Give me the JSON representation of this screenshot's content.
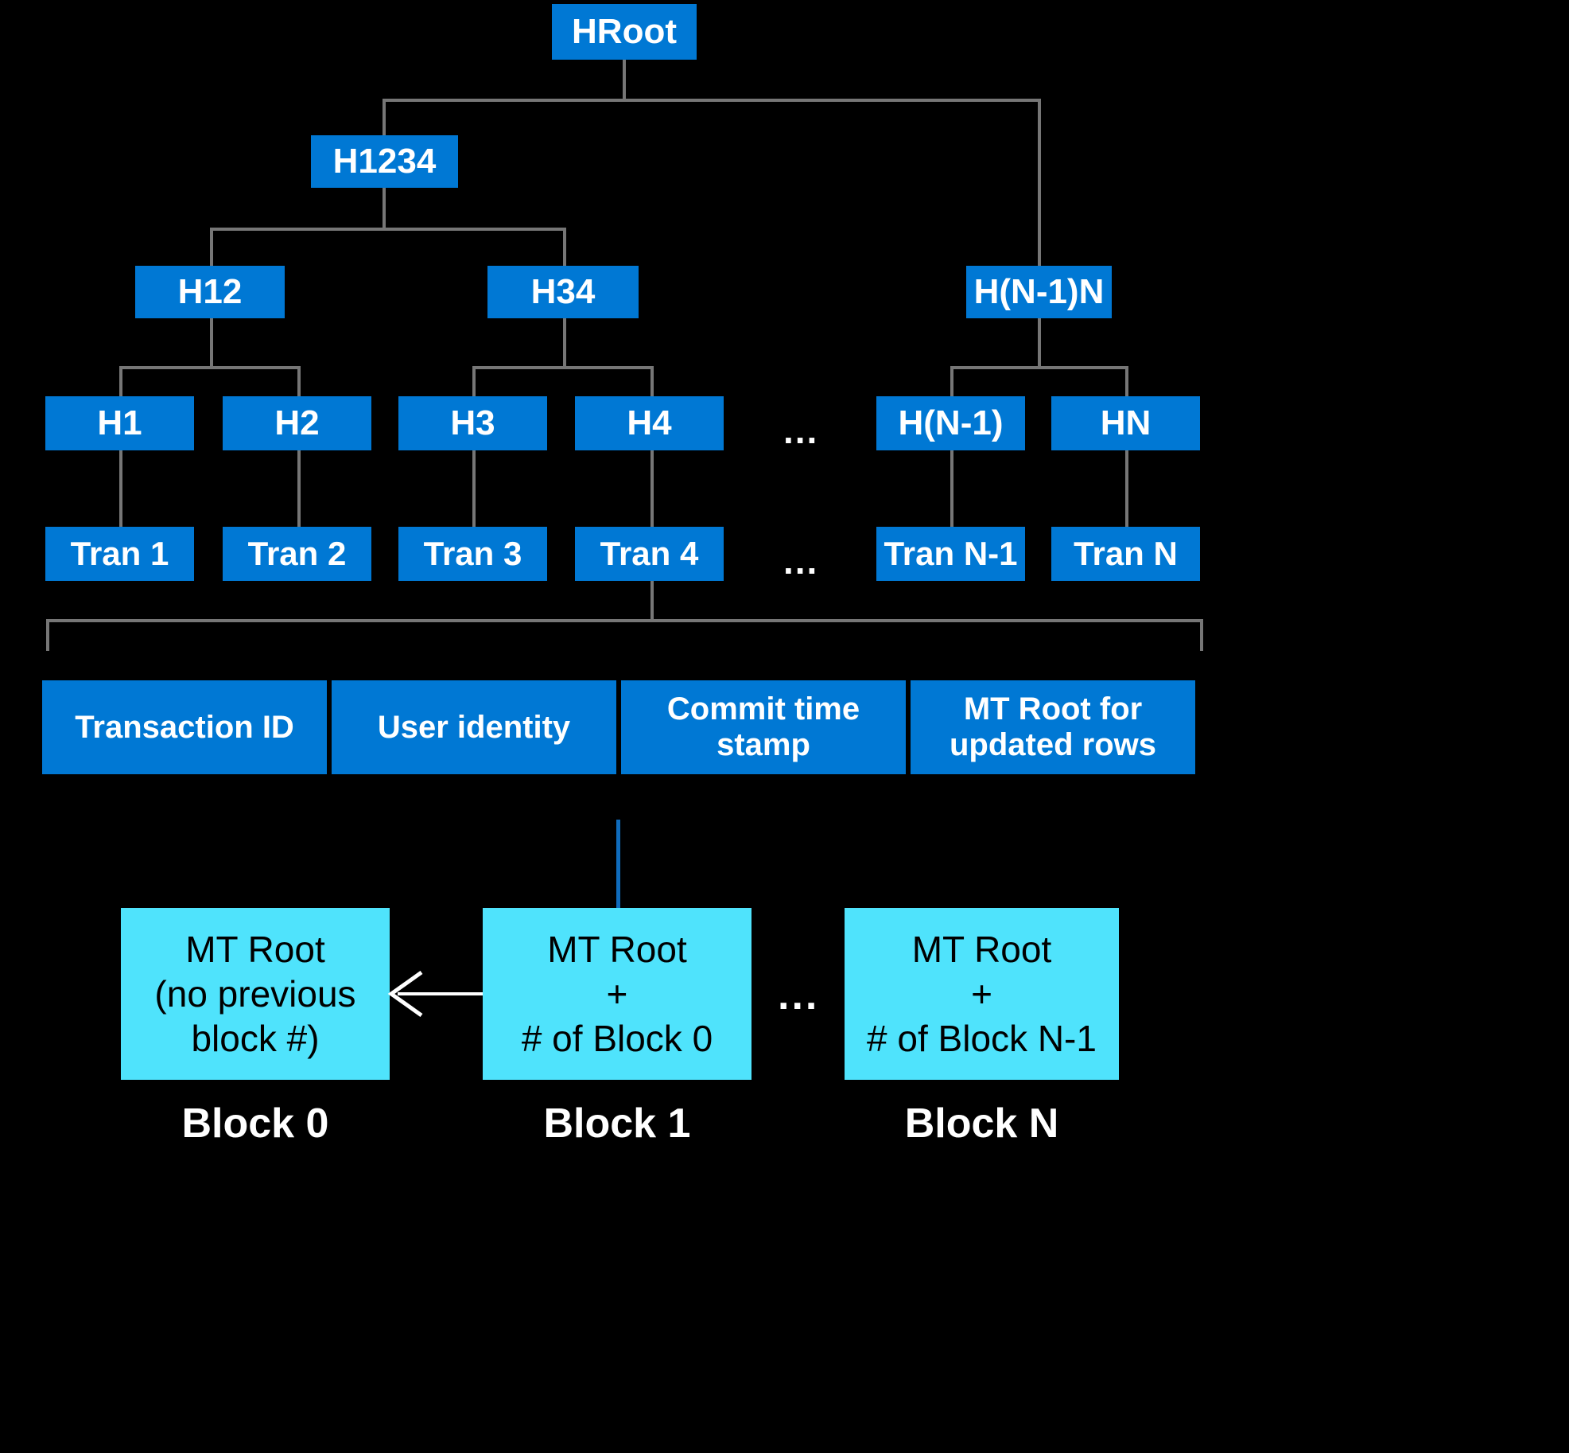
{
  "diagram": {
    "title": "Merkle tree and blockchain ledger structure",
    "colors": {
      "background": "#000000",
      "node_fill": "#0078D4",
      "node_text": "#FFFFFF",
      "block_fill": "#4FE3FC",
      "block_text": "#000000",
      "connector": "#767676",
      "connector_blue": "#0F6CBD",
      "arrow": "#FFFFFF"
    },
    "levels": {
      "root": {
        "label": "HRoot"
      },
      "level2": [
        {
          "label": "H1234"
        }
      ],
      "level3": [
        {
          "label": "H12"
        },
        {
          "label": "H34"
        },
        {
          "label": "H(N-1)N"
        }
      ],
      "level4": [
        {
          "label": "H1"
        },
        {
          "label": "H2"
        },
        {
          "label": "H3"
        },
        {
          "label": "H4"
        },
        {
          "label": "H(N-1)"
        },
        {
          "label": "HN"
        }
      ],
      "transactions": [
        {
          "label": "Tran 1"
        },
        {
          "label": "Tran 2"
        },
        {
          "label": "Tran 3"
        },
        {
          "label": "Tran 4"
        },
        {
          "label": "Tran N-1"
        },
        {
          "label": "Tran N"
        }
      ]
    },
    "ellipsis": {
      "hash_row": "...",
      "tran_row": "...",
      "block_row": "..."
    },
    "transaction_fields": [
      {
        "label": "Transaction ID"
      },
      {
        "label": "User identity"
      },
      {
        "label": "Commit time\nstamp"
      },
      {
        "label": "MT Root for\nupdated rows"
      }
    ],
    "blocks": [
      {
        "content": "MT Root\n(no previous\nblock #)",
        "label": "Block 0"
      },
      {
        "content": "MT Root\n+\n# of Block 0",
        "label": "Block 1"
      },
      {
        "content": "MT Root\n+\n# of Block N-1",
        "label": "Block N"
      }
    ]
  }
}
